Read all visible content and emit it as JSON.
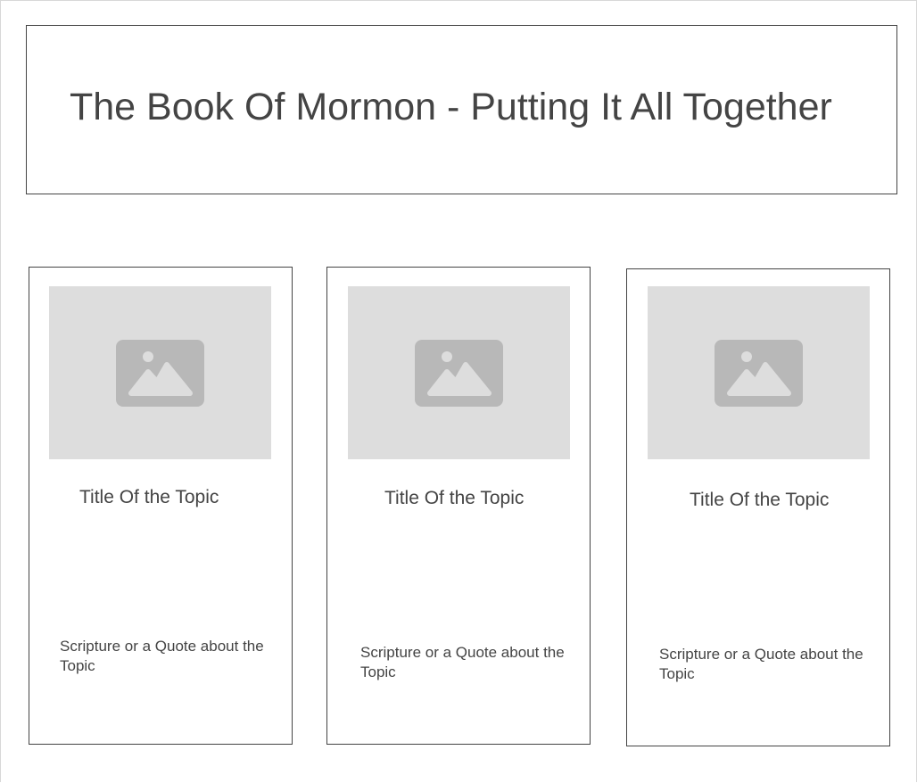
{
  "header": {
    "title": "The Book Of Mormon - Putting It All Together"
  },
  "cards": [
    {
      "image_icon": "image-placeholder-icon",
      "title": "Title Of the Topic",
      "quote": "Scripture or a Quote about the Topic"
    },
    {
      "image_icon": "image-placeholder-icon",
      "title": "Title Of the Topic",
      "quote": "Scripture or a Quote about the Topic"
    },
    {
      "image_icon": "image-placeholder-icon",
      "title": "Title Of the Topic",
      "quote": "Scripture or a Quote about the Topic"
    }
  ],
  "colors": {
    "border": "#444444",
    "image_bg": "#dddddd",
    "icon": "#b8b8b8",
    "text": "#444444"
  }
}
